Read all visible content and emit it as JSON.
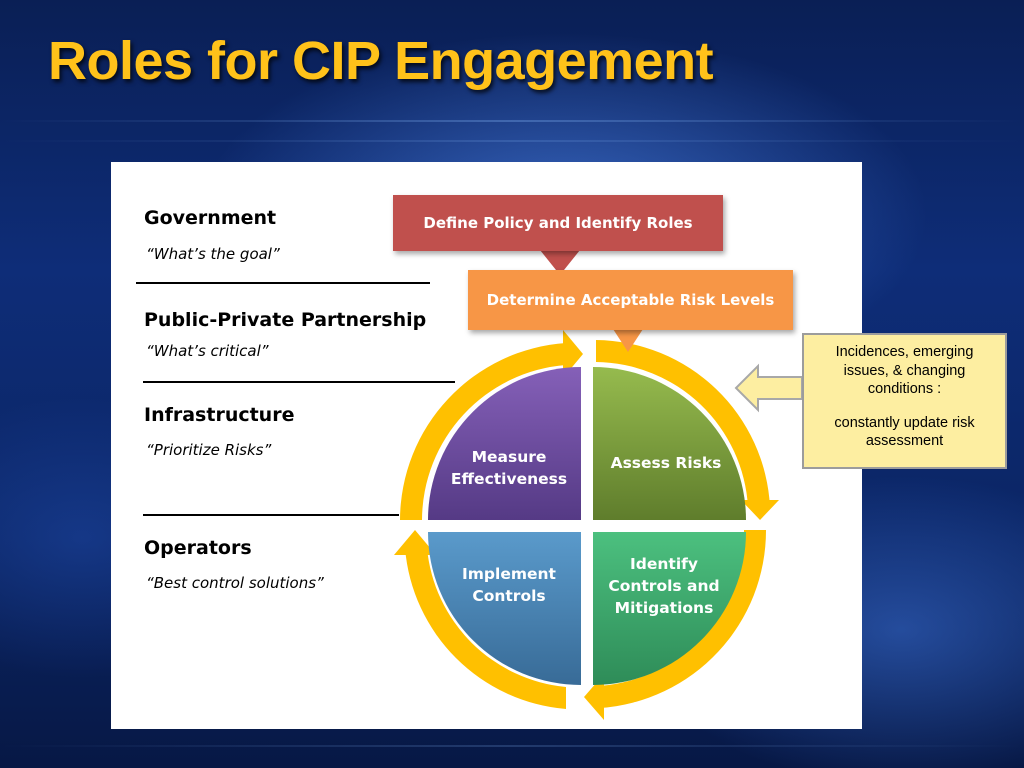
{
  "title": "Roles for CIP Engagement",
  "roles": [
    {
      "name": "Government",
      "quote": "“What’s the goal”"
    },
    {
      "name": "Public-Private Partnership",
      "quote": "“What’s critical”"
    },
    {
      "name": "Infrastructure",
      "quote": "“Prioritize Risks”"
    },
    {
      "name": "Operators",
      "quote": "“Best control solutions”"
    }
  ],
  "process": {
    "define": "Define Policy and Identify Roles",
    "determine": "Determine Acceptable Risk Levels",
    "quadrants": {
      "measure": {
        "line1": "Measure",
        "line2": "Effectiveness"
      },
      "assess": {
        "line1": "Assess Risks"
      },
      "implement": {
        "line1": "Implement",
        "line2": "Controls"
      },
      "identify": {
        "line1": "Identify",
        "line2": "Controls and",
        "line3": "Mitigations"
      }
    }
  },
  "note": {
    "line1": "Incidences, emerging",
    "line2": "issues, & changing",
    "line3": "conditions :",
    "line4": "constantly update risk",
    "line5": "assessment"
  },
  "colors": {
    "title": "#ffc21a",
    "define": "#c0504d",
    "determine": "#f79646",
    "measure": "#6a4a9c",
    "assess": "#77933c",
    "implement": "#3f7fb0",
    "identify": "#3aa86c",
    "arrows": "#ffc000",
    "note_bg": "#fdeea1"
  }
}
